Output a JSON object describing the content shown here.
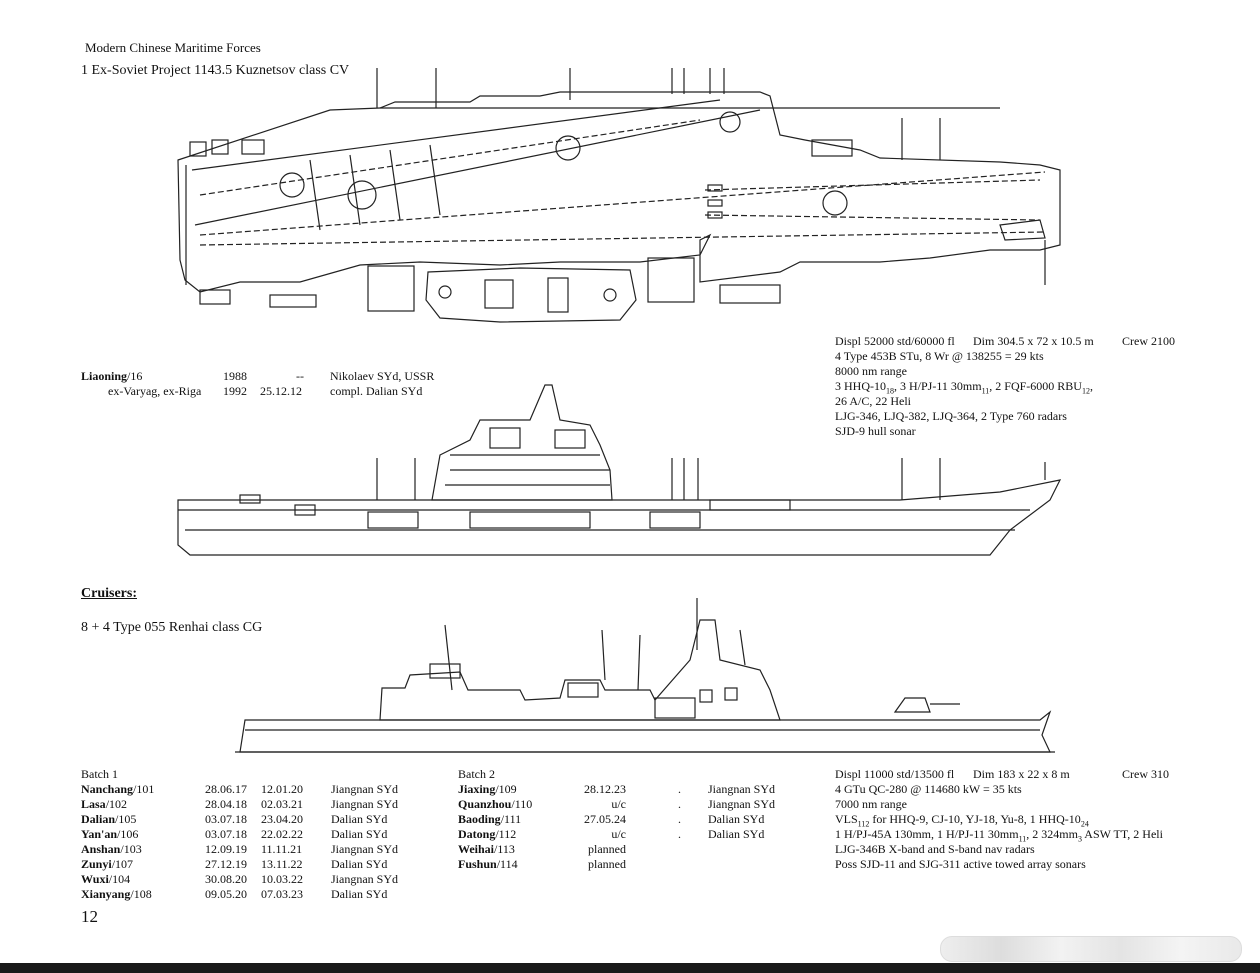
{
  "header": {
    "section": "Modern Chinese Maritime Forces"
  },
  "carrier": {
    "title": "1 Ex-Soviet Project 1143.5 Kuznetsov class CV",
    "ships": [
      {
        "name": "Liaoning",
        "pennant": "/16",
        "year": "1988",
        "comm": "--",
        "yard": "Nikolaev SYd, USSR"
      },
      {
        "name": "",
        "pennant": "ex-Varyag, ex-Riga",
        "year": "1992",
        "comm": "25.12.12",
        "yard": "compl. Dalian SYd"
      }
    ],
    "specs": {
      "displ": "Displ 52000 std/60000 fl",
      "dim": "Dim 304.5 x 72 x 10.5 m",
      "crew": "Crew 2100",
      "propulsion": "4 Type 453B STu, 8 Wr @ 138255 = 29 kts",
      "range": "8000 nm range",
      "arm1_a": "3 HHQ-10",
      "arm1_a_sub": "18",
      "arm1_b": ", 3 H/PJ-11 30mm",
      "arm1_b_sub": "11",
      "arm1_c": ", 2 FQF-6000 RBU",
      "arm1_c_sub": "12",
      "arm1_d": ",",
      "aircraft": "26 A/C, 22 Heli",
      "radars": "LJG-346, LJQ-382, LJQ-364, 2 Type 760 radars",
      "sonar": "SJD-9 hull sonar"
    }
  },
  "cruisers": {
    "heading": "Cruisers:",
    "title": "8 + 4 Type 055 Renhai class CG",
    "batch1": {
      "label": "Batch 1",
      "rows": [
        {
          "name": "Nanchang",
          "pennant": "/101",
          "laid": "28.06.17",
          "comm": "12.01.20",
          "yard": "Jiangnan SYd"
        },
        {
          "name": "Lasa",
          "pennant": "/102",
          "laid": "28.04.18",
          "comm": "02.03.21",
          "yard": "Jiangnan SYd"
        },
        {
          "name": "Dalian",
          "pennant": "/105",
          "laid": "03.07.18",
          "comm": "23.04.20",
          "yard": "Dalian SYd"
        },
        {
          "name": "Yan'an",
          "pennant": "/106",
          "laid": "03.07.18",
          "comm": "22.02.22",
          "yard": "Dalian SYd"
        },
        {
          "name": "Anshan",
          "pennant": "/103",
          "laid": "12.09.19",
          "comm": "11.11.21",
          "yard": "Jiangnan SYd"
        },
        {
          "name": "Zunyi",
          "pennant": "/107",
          "laid": "27.12.19",
          "comm": "13.11.22",
          "yard": "Dalian SYd"
        },
        {
          "name": "Wuxi",
          "pennant": "/104",
          "laid": "30.08.20",
          "comm": "10.03.22",
          "yard": "Jiangnan SYd"
        },
        {
          "name": "Xianyang",
          "pennant": "/108",
          "laid": "09.05.20",
          "comm": "07.03.23",
          "yard": "Dalian SYd"
        }
      ]
    },
    "batch2": {
      "label": "Batch 2",
      "rows": [
        {
          "name": "Jiaxing",
          "pennant": "/109",
          "laid": "28.12.23",
          "comm": ".",
          "yard": "Jiangnan SYd"
        },
        {
          "name": "Quanzhou",
          "pennant": "/110",
          "laid": "u/c",
          "comm": ".",
          "yard": "Jiangnan SYd"
        },
        {
          "name": "Baoding",
          "pennant": "/111",
          "laid": "27.05.24",
          "comm": ".",
          "yard": "Dalian SYd"
        },
        {
          "name": "Datong",
          "pennant": "/112",
          "laid": "u/c",
          "comm": ".",
          "yard": "Dalian SYd"
        },
        {
          "name": "Weihai",
          "pennant": "/113",
          "laid": "planned",
          "comm": "",
          "yard": ""
        },
        {
          "name": "Fushun",
          "pennant": "/114",
          "laid": "planned",
          "comm": "",
          "yard": ""
        }
      ]
    },
    "specs": {
      "displ": "Displ 11000 std/13500 fl",
      "dim": "Dim 183 x 22 x 8 m",
      "crew": "Crew 310",
      "propulsion": "4 GTu QC-280 @ 114680 kW = 35 kts",
      "range": "7000 nm range",
      "vls_a": "VLS",
      "vls_sub": "112",
      "vls_b": " for HHQ-9, CJ-10, YJ-18, Yu-8, 1 HHQ-10",
      "vls_sub2": "24",
      "guns_a": "1 H/PJ-45A 130mm, 1 H/PJ-11 30mm",
      "guns_sub": "11",
      "guns_b": ", 2 324mm",
      "guns_sub2": "3",
      "guns_c": " ASW TT, 2 Heli",
      "radars": "LJG-346B X-band and S-band nav radars",
      "sonars": "Poss SJD-11 and SJG-311 active towed array sonars"
    }
  },
  "page_number": "12"
}
